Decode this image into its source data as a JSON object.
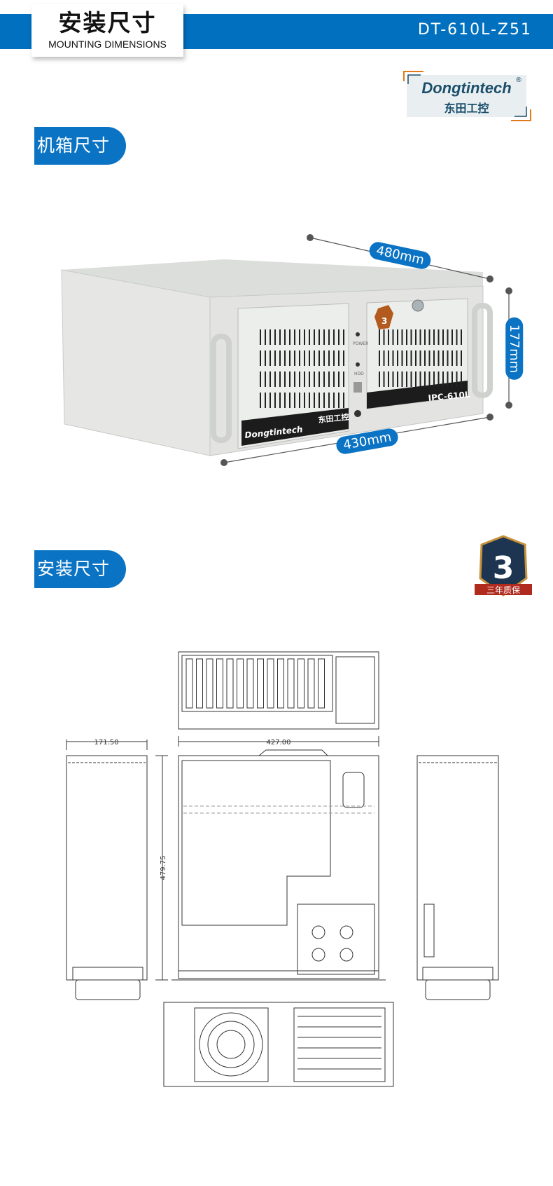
{
  "header": {
    "title": "安装尺寸",
    "subtitle": "MOUNTING DIMENSIONS",
    "model": "DT-610L-Z51",
    "accent_color": "#0070BF"
  },
  "logo": {
    "brand_en": "Dongtintech",
    "brand_cn": "东田工控",
    "registered": "®"
  },
  "sections": [
    {
      "label": "机箱尺寸"
    },
    {
      "label": "安装尺寸"
    }
  ],
  "chassis": {
    "depth": "480mm",
    "height": "177mm",
    "width": "430mm",
    "panel_brand": "Dongtintech",
    "panel_brand_cn": "东田工控",
    "panel_model": "IPC-610L",
    "led_power": "POWER",
    "led_hdd": "HDD"
  },
  "badge": {
    "number": "3",
    "text": "三年质保"
  },
  "drawing": {
    "width_dim": "427.00",
    "side_width_dim": "171.50",
    "depth_dim": "479.75"
  }
}
